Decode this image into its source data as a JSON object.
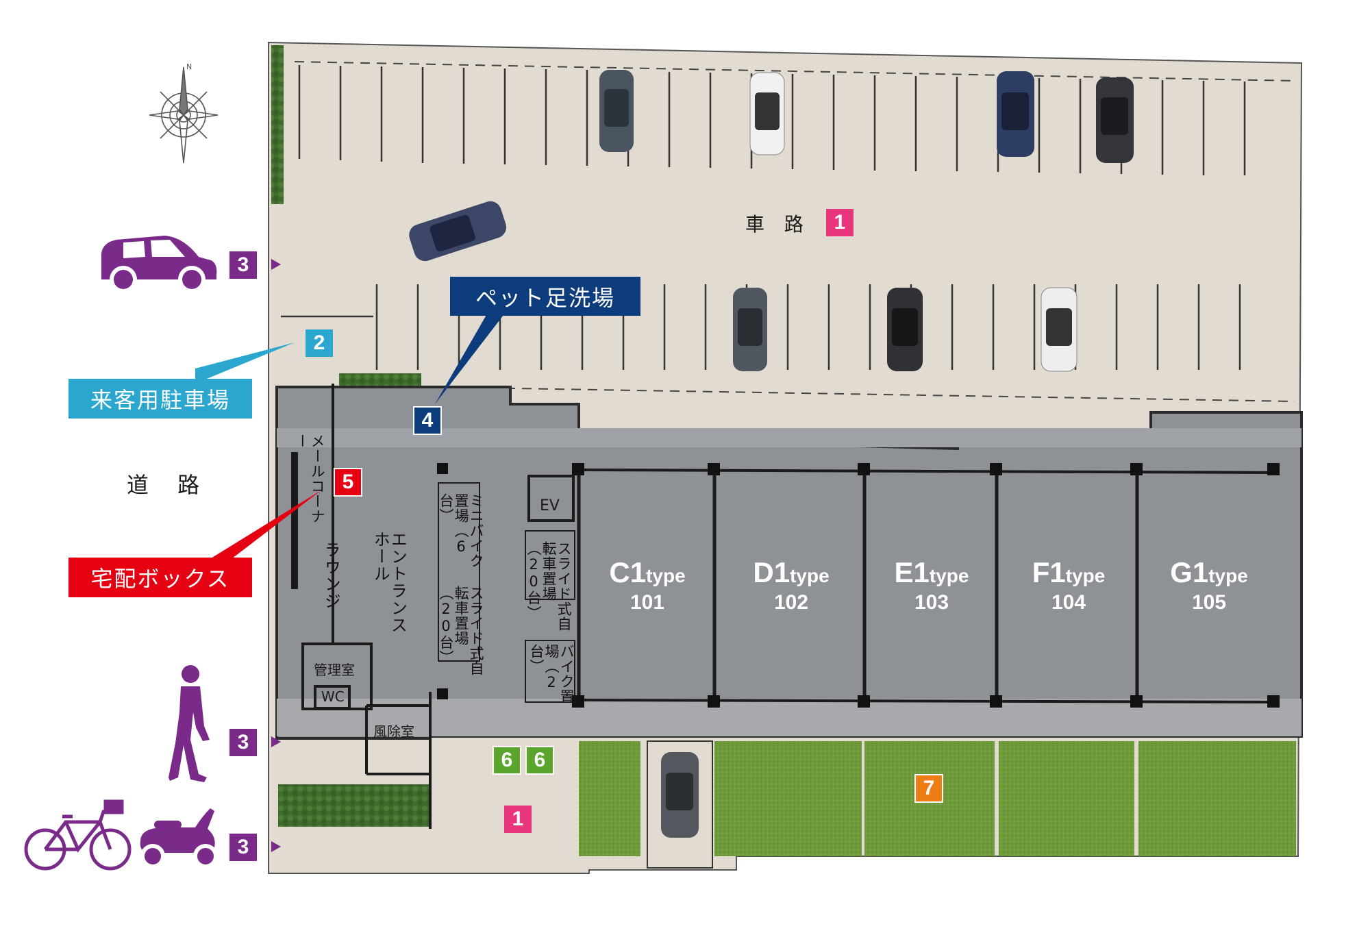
{
  "colors": {
    "parking_lot": "#e3dcd2",
    "building": "#8e9196",
    "corridor": "#a7a9ac",
    "lawn": "#6e9a3a",
    "purple": "#7a2b8a",
    "pink": "#e8357c",
    "cyan": "#2aa6cf",
    "navy": "#0d3c7c",
    "red": "#e50012",
    "green": "#5aa52c",
    "orange": "#ef7d16"
  },
  "compass": {
    "north_label": "N"
  },
  "labels": {
    "roadway": "車 路",
    "street": "道 路",
    "lounge": "ラウンジ",
    "entrance_hall": "エントランスホール",
    "mail_corner": "メールコーナー",
    "mini_bike": "ミニバイク置場（6台）",
    "slide_bike_left": "スライド式自転車置場（20台）",
    "slide_bike_right": "スライド式自転車置場（20台）",
    "bike_parking_right": "バイク置場（2台）",
    "ev": "EV",
    "management": "管理室",
    "wc": "WC",
    "windbreak": "風除室"
  },
  "banners": {
    "guest_parking": "来客用駐車場",
    "pet_wash": "ペット足洗場",
    "delivery_box": "宅配ボックス"
  },
  "badges": {
    "road_top": "1",
    "road_bottom": "1",
    "guest": "2",
    "car_entry": "3",
    "walk_entry": "3",
    "bike_entry": "3",
    "pet": "4",
    "delivery": "5",
    "six_a": "6",
    "six_b": "6",
    "garden": "7"
  },
  "units": [
    {
      "type": "C1",
      "suffix": "type",
      "number": "101"
    },
    {
      "type": "D1",
      "suffix": "type",
      "number": "102"
    },
    {
      "type": "E1",
      "suffix": "type",
      "number": "103"
    },
    {
      "type": "F1",
      "suffix": "type",
      "number": "104"
    },
    {
      "type": "G1",
      "suffix": "type",
      "number": "105"
    }
  ],
  "icons": {
    "compass": "compass-rose-icon",
    "car": "car-icon",
    "pedestrian": "pedestrian-icon",
    "bicycle": "bicycle-icon",
    "scooter": "scooter-icon"
  }
}
